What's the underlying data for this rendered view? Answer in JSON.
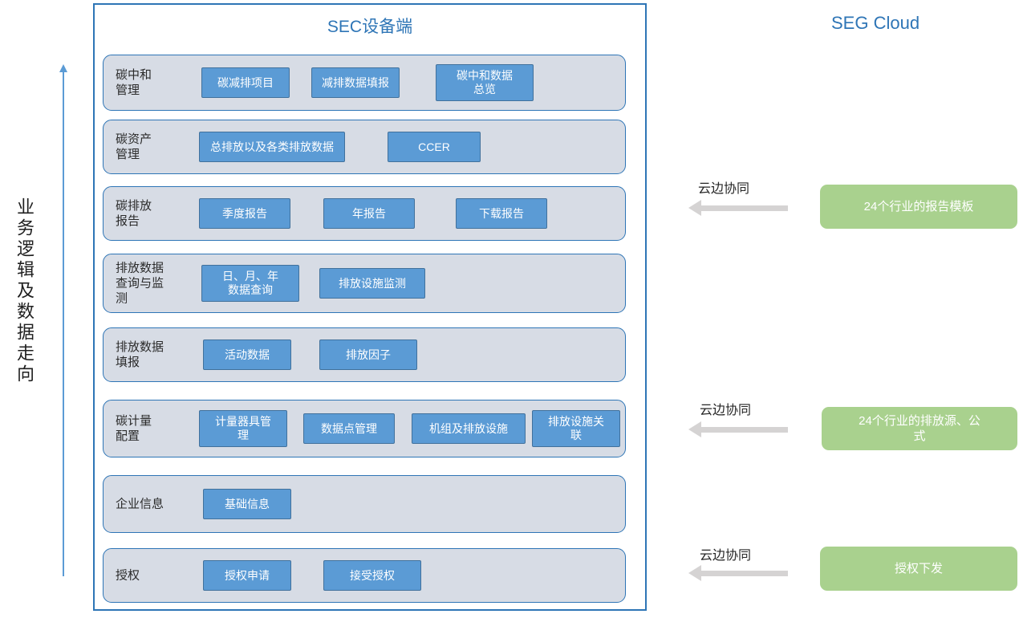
{
  "colors": {
    "accent_blue": "#2e75b6",
    "row_fill": "#d7dce5",
    "button_fill": "#5b9bd5",
    "button_border": "#41719c",
    "green_fill": "#a9d18e",
    "sync_arrow_gray": "#d5d3d3",
    "flow_arrow_blue": "#5b9bd5",
    "text_dark": "#262626",
    "text_white": "#ffffff"
  },
  "flow_axis": {
    "label": "业务逻辑及数据走向"
  },
  "device_panel": {
    "title": "SEC设备端",
    "rows": [
      {
        "label": "碳中和\n管理",
        "buttons": [
          {
            "label": "碳减排项目"
          },
          {
            "label": "减排数据填报"
          },
          {
            "label": "碳中和数据\n总览"
          }
        ]
      },
      {
        "label": "碳资产\n管理",
        "buttons": [
          {
            "label": "总排放以及各类排放数据"
          },
          {
            "label": "CCER"
          }
        ]
      },
      {
        "label": "碳排放\n报告",
        "buttons": [
          {
            "label": "季度报告"
          },
          {
            "label": "年报告"
          },
          {
            "label": "下载报告"
          }
        ]
      },
      {
        "label": "排放数据\n查询与监\n测",
        "buttons": [
          {
            "label": "日、月、年\n数据查询"
          },
          {
            "label": "排放设施监测"
          }
        ]
      },
      {
        "label": "排放数据\n填报",
        "buttons": [
          {
            "label": "活动数据"
          },
          {
            "label": "排放因子"
          }
        ]
      },
      {
        "label": "碳计量\n配置",
        "buttons": [
          {
            "label": "计量器具管\n理"
          },
          {
            "label": "数据点管理"
          },
          {
            "label": "机组及排放设施"
          },
          {
            "label": "排放设施关\n联"
          }
        ]
      },
      {
        "label": "企业信息",
        "buttons": [
          {
            "label": "基础信息"
          }
        ]
      },
      {
        "label": "授权",
        "buttons": [
          {
            "label": "授权申请"
          },
          {
            "label": "接受授权"
          }
        ]
      }
    ]
  },
  "cloud_panel": {
    "title": "SEG Cloud",
    "sync_label": "云边协同",
    "boxes": [
      {
        "label": "24个行业的报告模板"
      },
      {
        "label": "24个行业的排放源、公\n式"
      },
      {
        "label": "授权下发"
      }
    ]
  }
}
